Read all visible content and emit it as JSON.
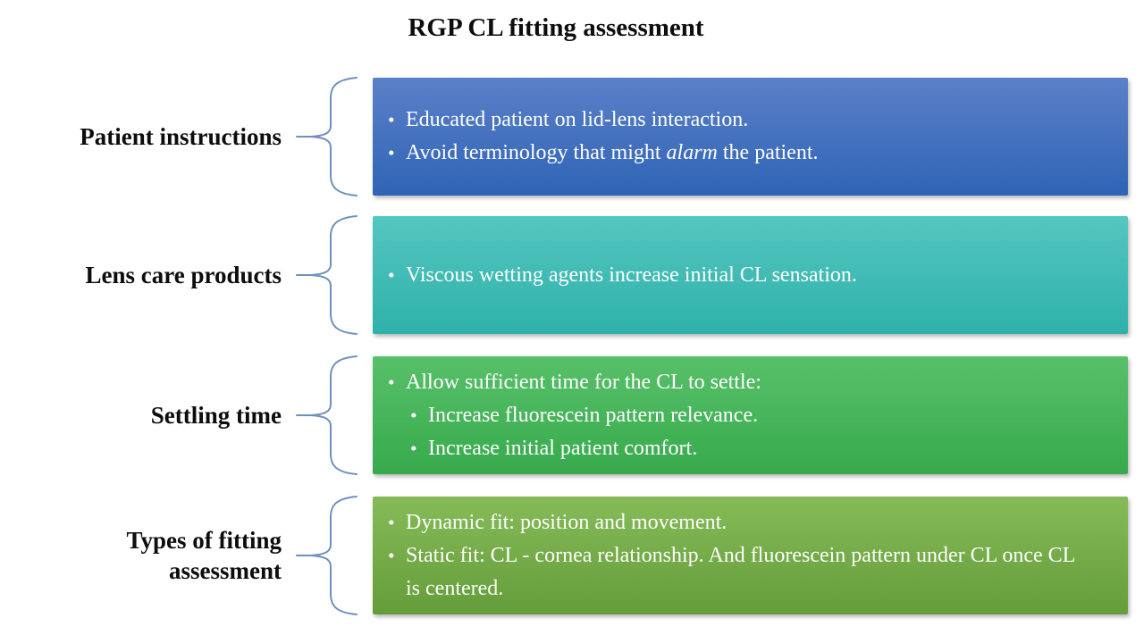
{
  "title": "RGP CL fitting assessment",
  "brace_color": "#6f90bd",
  "text_color": "#ffffff",
  "label_color": "#0d0d0d",
  "sections": [
    {
      "id": "patient-instructions",
      "label": "Patient instructions",
      "box_colors": {
        "top": "#5c80c9",
        "bottom": "#2e64b5"
      },
      "bullets": [
        {
          "level": 1,
          "segments": [
            {
              "text": "Educated patient on lid-lens interaction."
            }
          ]
        },
        {
          "level": 1,
          "segments": [
            {
              "text": "Avoid terminology that might "
            },
            {
              "text": "alarm",
              "italic": true
            },
            {
              "text": " the patient."
            }
          ]
        }
      ]
    },
    {
      "id": "lens-care-products",
      "label": "Lens care products",
      "box_colors": {
        "top": "#55c6c0",
        "bottom": "#2eb1aa"
      },
      "bullets": [
        {
          "level": 1,
          "segments": [
            {
              "text": "Viscous wetting agents increase initial CL sensation."
            }
          ]
        }
      ]
    },
    {
      "id": "settling-time",
      "label": "Settling time",
      "box_colors": {
        "top": "#58c06a",
        "bottom": "#37aa4c"
      },
      "bullets": [
        {
          "level": 1,
          "segments": [
            {
              "text": "Allow sufficient time for the CL to settle:"
            }
          ]
        },
        {
          "level": 2,
          "segments": [
            {
              "text": "Increase fluorescein pattern relevance."
            }
          ]
        },
        {
          "level": 2,
          "segments": [
            {
              "text": "Increase initial patient comfort."
            }
          ]
        }
      ]
    },
    {
      "id": "types-of-fitting-assessment",
      "label": "Types of fitting assessment",
      "box_colors": {
        "top": "#86bb58",
        "bottom": "#649d3a"
      },
      "bullets": [
        {
          "level": 1,
          "segments": [
            {
              "text": "Dynamic fit: position and movement."
            }
          ]
        },
        {
          "level": 1,
          "segments": [
            {
              "text": "Static fit: CL - cornea relationship. And fluorescein pattern under CL once CL is centered."
            }
          ]
        }
      ]
    }
  ]
}
